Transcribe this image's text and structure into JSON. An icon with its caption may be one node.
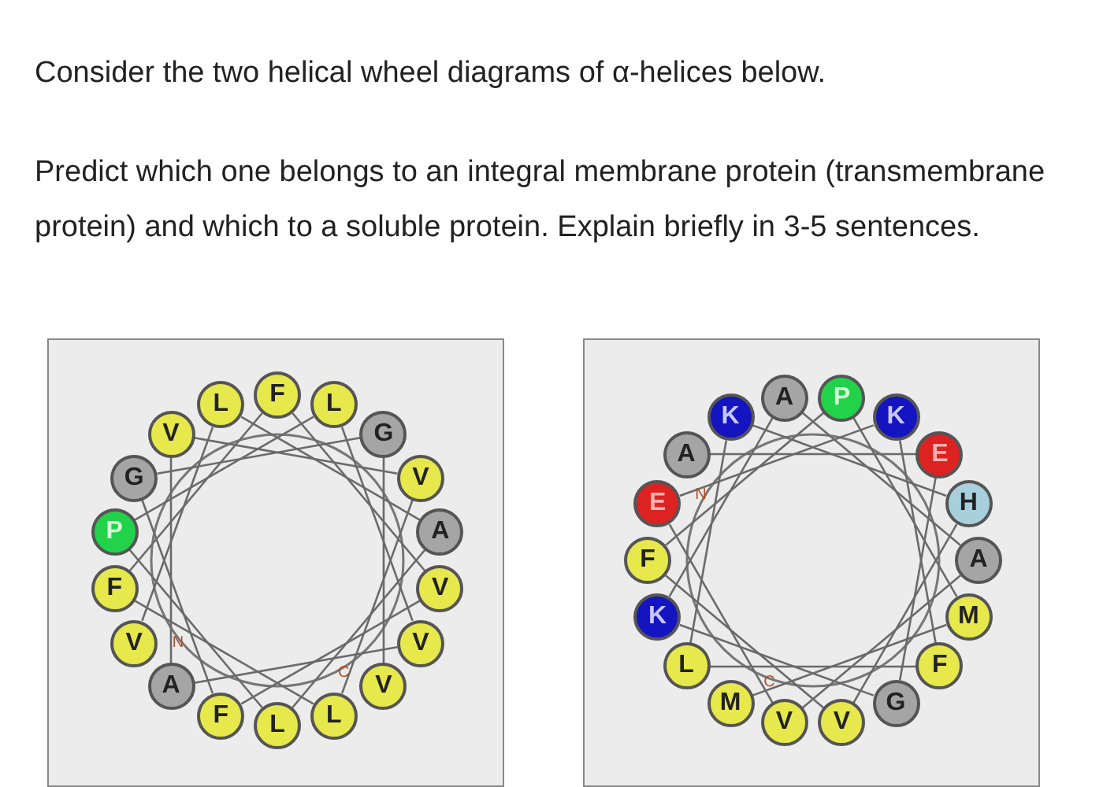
{
  "diagram": {
    "title": "Consider the two helical wheel diagrams of α-helices below.",
    "labels": [
      "Predict which one belongs to an integral membrane protein (transmembrane protein) and which to a soluble protein. Explain briefly in 3-5 sentences."
    ],
    "nodes": [
      {
        "text": [],
        "shape": "box"
      },
      {
        "text": [
          "F"
        ],
        "in": 0
      },
      {
        "text": [
          "L"
        ],
        "in": 0
      },
      {
        "text": [
          "G"
        ],
        "in": 0
      },
      {
        "text": [
          "V"
        ],
        "in": 0
      },
      {
        "text": [
          "A"
        ],
        "in": 0
      },
      {
        "text": [
          "V"
        ],
        "in": 0
      },
      {
        "text": [
          "V"
        ],
        "in": 0
      },
      {
        "text": [
          "V"
        ],
        "in": 0,
        "beside": [
          "C"
        ]
      },
      {
        "text": [
          "L"
        ],
        "in": 0
      },
      {
        "text": [
          "L"
        ],
        "in": 0
      },
      {
        "text": [
          "F"
        ],
        "in": 0
      },
      {
        "text": [
          "A"
        ],
        "in": 0
      },
      {
        "text": [
          "V"
        ],
        "in": 0,
        "beside": [
          "N"
        ]
      },
      {
        "text": [
          "F"
        ],
        "in": 0
      },
      {
        "text": [
          "P"
        ],
        "in": 0
      },
      {
        "text": [
          "G"
        ],
        "in": 0
      },
      {
        "text": [
          "V"
        ],
        "in": 0
      },
      {
        "text": [
          "L"
        ],
        "in": 0
      },
      {
        "text": [],
        "shape": "box"
      },
      {
        "text": [
          "P"
        ],
        "in": 19
      },
      {
        "text": [
          "K"
        ],
        "in": 19
      },
      {
        "text": [
          "E"
        ],
        "in": 19
      },
      {
        "text": [
          "H"
        ],
        "in": 19
      },
      {
        "text": [
          "A"
        ],
        "in": 19
      },
      {
        "text": [
          "M"
        ],
        "in": 19
      },
      {
        "text": [
          "F"
        ],
        "in": 19
      },
      {
        "text": [
          "G"
        ],
        "in": 19
      },
      {
        "text": [
          "V"
        ],
        "in": 19
      },
      {
        "text": [
          "V"
        ],
        "in": 19
      },
      {
        "text": [
          "M"
        ],
        "in": 19,
        "beside": [
          "C"
        ]
      },
      {
        "text": [
          "L"
        ],
        "in": 19
      },
      {
        "text": [
          "K"
        ],
        "in": 19
      },
      {
        "text": [
          "F"
        ],
        "in": 19
      },
      {
        "text": [
          "E"
        ],
        "in": 19
      },
      {
        "text": [
          "A"
        ],
        "in": 19,
        "beside": [
          "N"
        ]
      },
      {
        "text": [
          "K"
        ],
        "in": 19
      },
      {
        "text": [
          "A"
        ],
        "in": 19
      }
    ],
    "edges": [
      {
        "from": 13,
        "to": 18,
        "arrow": "none"
      },
      {
        "from": 18,
        "to": 5,
        "arrow": "none"
      },
      {
        "from": 5,
        "to": 10,
        "arrow": "none"
      },
      {
        "from": 10,
        "to": 15,
        "arrow": "none"
      },
      {
        "from": 15,
        "to": 2,
        "arrow": "none"
      },
      {
        "from": 2,
        "to": 7,
        "arrow": "none"
      },
      {
        "from": 7,
        "to": 12,
        "arrow": "none"
      },
      {
        "from": 12,
        "to": 17,
        "arrow": "none"
      },
      {
        "from": 17,
        "to": 4,
        "arrow": "none"
      },
      {
        "from": 4,
        "to": 9,
        "arrow": "none"
      },
      {
        "from": 9,
        "to": 14,
        "arrow": "none"
      },
      {
        "from": 14,
        "to": 1,
        "arrow": "none"
      },
      {
        "from": 1,
        "to": 6,
        "arrow": "none"
      },
      {
        "from": 6,
        "to": 11,
        "arrow": "none"
      },
      {
        "from": 11,
        "to": 16,
        "arrow": "none"
      },
      {
        "from": 16,
        "to": 3,
        "arrow": "none"
      },
      {
        "from": 3,
        "to": 8,
        "arrow": "none"
      },
      {
        "from": 35,
        "to": 22,
        "arrow": "none"
      },
      {
        "from": 22,
        "to": 27,
        "arrow": "none"
      },
      {
        "from": 27,
        "to": 32,
        "arrow": "none"
      },
      {
        "from": 32,
        "to": 37,
        "arrow": "none"
      },
      {
        "from": 37,
        "to": 24,
        "arrow": "none"
      },
      {
        "from": 24,
        "to": 29,
        "arrow": "none"
      },
      {
        "from": 29,
        "to": 34,
        "arrow": "none"
      },
      {
        "from": 34,
        "to": 21,
        "arrow": "none"
      },
      {
        "from": 21,
        "to": 26,
        "arrow": "none"
      },
      {
        "from": 26,
        "to": 31,
        "arrow": "none"
      },
      {
        "from": 31,
        "to": 36,
        "arrow": "none"
      },
      {
        "from": 36,
        "to": 23,
        "arrow": "none"
      },
      {
        "from": 23,
        "to": 28,
        "arrow": "none"
      },
      {
        "from": 28,
        "to": 33,
        "arrow": "none"
      },
      {
        "from": 33,
        "to": 20,
        "arrow": "none"
      },
      {
        "from": 20,
        "to": 25,
        "arrow": "none"
      },
      {
        "from": 25,
        "to": 30,
        "arrow": "none"
      }
    ]
  }
}
